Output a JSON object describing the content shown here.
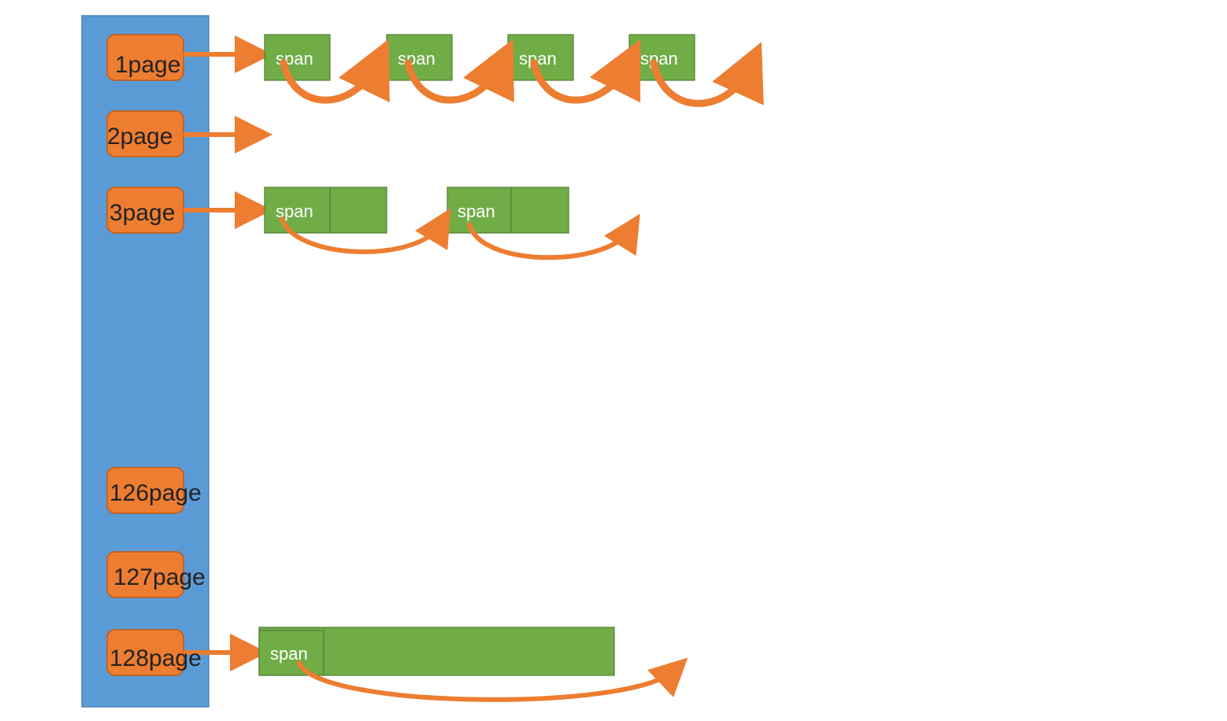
{
  "column": {
    "fill": "#5b9bd5",
    "stroke": "#4a86be"
  },
  "colors": {
    "page_fill": "#ed7d31",
    "page_stroke": "#c55a11",
    "page_text": "#222222",
    "span_fill": "#70ad47",
    "span_stroke": "#507e32",
    "span_text": "#ffffff",
    "arrow": "#ed7d31",
    "arrow_stroke": "#c55a11"
  },
  "pages": [
    {
      "label": "1page",
      "spans": [
        "span",
        "span",
        "span",
        "span"
      ],
      "blocks_per_span": 1
    },
    {
      "label": "2page",
      "spans": [],
      "blocks_per_span": 2
    },
    {
      "label": "3page",
      "spans": [
        "span",
        "span"
      ],
      "blocks_per_span": 3
    },
    {
      "label": "126page",
      "spans": [],
      "blocks_per_span": 126
    },
    {
      "label": "127page",
      "spans": [],
      "blocks_per_span": 127
    },
    {
      "label": "128page",
      "spans": [
        "span"
      ],
      "blocks_per_span": 128
    }
  ]
}
